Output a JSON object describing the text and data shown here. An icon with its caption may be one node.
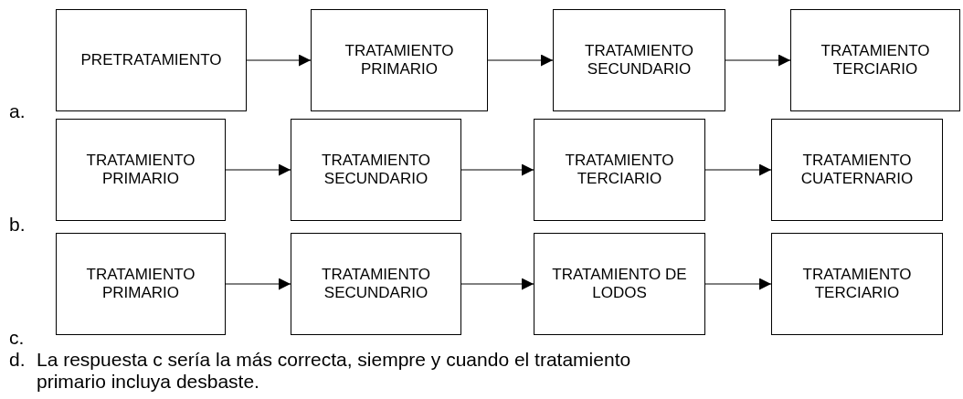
{
  "diagram": {
    "nodes": [
      {
        "text": [
          "PRETRATAMIENTO"
        ]
      },
      {
        "text": [
          "TRATAMIENTO PRIMARIO"
        ]
      },
      {
        "text": [
          "TRATAMIENTO SECUNDARIO"
        ]
      },
      {
        "text": [
          "TRATAMIENTO TERCIARIO"
        ]
      },
      {
        "text": [
          "TRATAMIENTO PRIMARIO"
        ]
      },
      {
        "text": [
          "TRATAMIENTO SECUNDARIO"
        ]
      },
      {
        "text": [
          "TRATAMIENTO TERCIARIO"
        ]
      },
      {
        "text": [
          "TRATAMIENTO CUATERNARIO"
        ]
      },
      {
        "text": [
          "TRATAMIENTO PRIMARIO"
        ]
      },
      {
        "text": [
          "TRATAMIENTO SECUNDARIO"
        ]
      },
      {
        "text": [
          "TRATAMIENTO DE LODOS"
        ]
      },
      {
        "text": [
          "TRATAMIENTO TERCIARIO"
        ]
      }
    ],
    "edges": [
      {
        "from": 0,
        "to": 1,
        "arrow": "to"
      },
      {
        "from": 1,
        "to": 2,
        "arrow": "to"
      },
      {
        "from": 2,
        "to": 3,
        "arrow": "to"
      },
      {
        "from": 4,
        "to": 5,
        "arrow": "to"
      },
      {
        "from": 5,
        "to": 6,
        "arrow": "to"
      },
      {
        "from": 6,
        "to": 7,
        "arrow": "to"
      },
      {
        "from": 8,
        "to": 9,
        "arrow": "to"
      },
      {
        "from": 9,
        "to": 10,
        "arrow": "to"
      },
      {
        "from": 10,
        "to": 11,
        "arrow": "to"
      }
    ],
    "labels": [
      "a.",
      "b.",
      "c.",
      "d.",
      "La respuesta c sería la más correcta, siempre y cuando el tratamiento primario incluya desbaste."
    ]
  }
}
